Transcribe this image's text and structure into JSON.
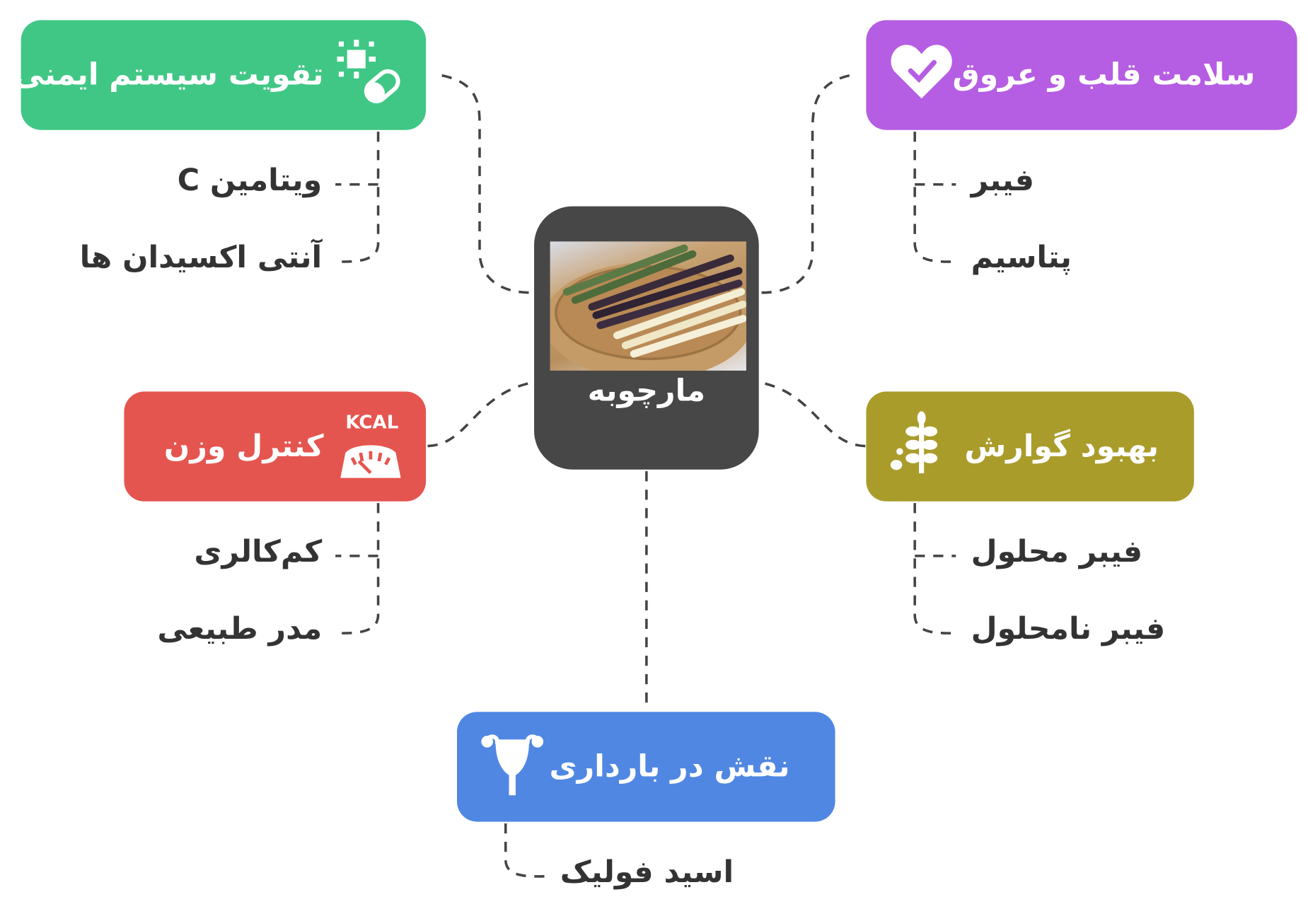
{
  "center": {
    "title": "مارچوبه",
    "image": "asparagus-photo"
  },
  "branches": [
    {
      "id": "immune",
      "title": "تقویت سیستم ایمنی",
      "icon": "virus-pill-icon",
      "color": "#40C785",
      "children": [
        "ویتامین C",
        "آنتی اکسیدان ها"
      ]
    },
    {
      "id": "heart",
      "title": "سلامت قلب و عروق",
      "icon": "heart-check-icon",
      "color": "#B55DE3",
      "children": [
        "فیبر",
        "پتاسیم"
      ]
    },
    {
      "id": "weight",
      "title": "کنترل وزن",
      "icon": "kcal-scale-icon",
      "icon_text": "KCAL",
      "color": "#E5554F",
      "children": [
        "کم‌کالری",
        "مدر طبیعی"
      ]
    },
    {
      "id": "digestion",
      "title": "بهبود گوارش",
      "icon": "wheat-icon",
      "color": "#A99C2A",
      "children": [
        "فیبر محلول",
        "فیبر نامحلول"
      ]
    },
    {
      "id": "pregnancy",
      "title": "نقش در بارداری",
      "icon": "uterus-icon",
      "color": "#4F87E3",
      "children": [
        "اسید فولیک"
      ]
    }
  ],
  "line_color": "#444444"
}
